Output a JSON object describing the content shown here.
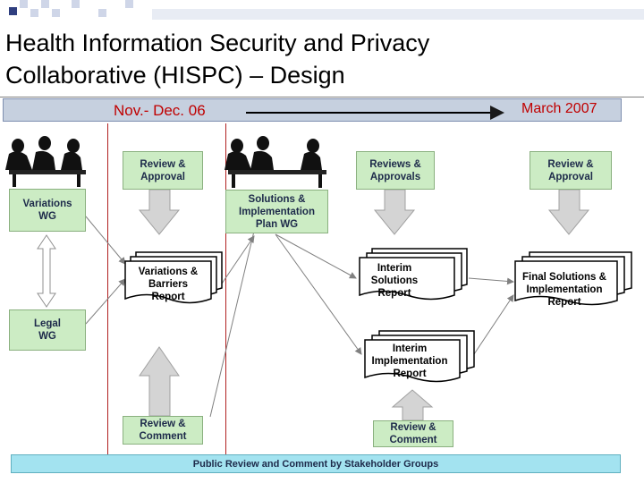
{
  "title_line1": "Health Information Security and Privacy",
  "title_line2": "Collaborative (HISPC) – Design",
  "timeline": {
    "start": "Nov.- Dec. 06",
    "end": "March 2007"
  },
  "boxes": {
    "variations_wg": [
      "Variations",
      "WG"
    ],
    "legal_wg": [
      "Legal",
      "WG"
    ],
    "review_approval_1": [
      "Review &",
      "Approval"
    ],
    "review_comment_1": [
      "Review &",
      "Comment"
    ],
    "solutions_wg": [
      "Solutions &",
      "Implementation",
      "Plan WG"
    ],
    "reviews_approvals": [
      "Reviews &",
      "Approvals"
    ],
    "review_comment_2": [
      "Review &",
      "Comment"
    ],
    "review_approval_2": [
      "Review &",
      "Approval"
    ]
  },
  "reports": {
    "variations_report": [
      "Variations &",
      "Barriers",
      "Report"
    ],
    "interim_solutions": [
      "Interim",
      "Solutions",
      "Report"
    ],
    "interim_implementation": [
      "Interim",
      "Implementation",
      "Report"
    ],
    "final_report": [
      "Final Solutions &",
      "Implementation",
      "Report"
    ]
  },
  "footer": "Public Review and Comment by Stakeholder Groups",
  "colors": {
    "box_fill": "#ccecc4",
    "arrow_fill": "#d4d4d4",
    "footer_fill": "#a3e3f0",
    "timeline_fill": "#c6d0df",
    "timeline_text": "#c00000"
  }
}
